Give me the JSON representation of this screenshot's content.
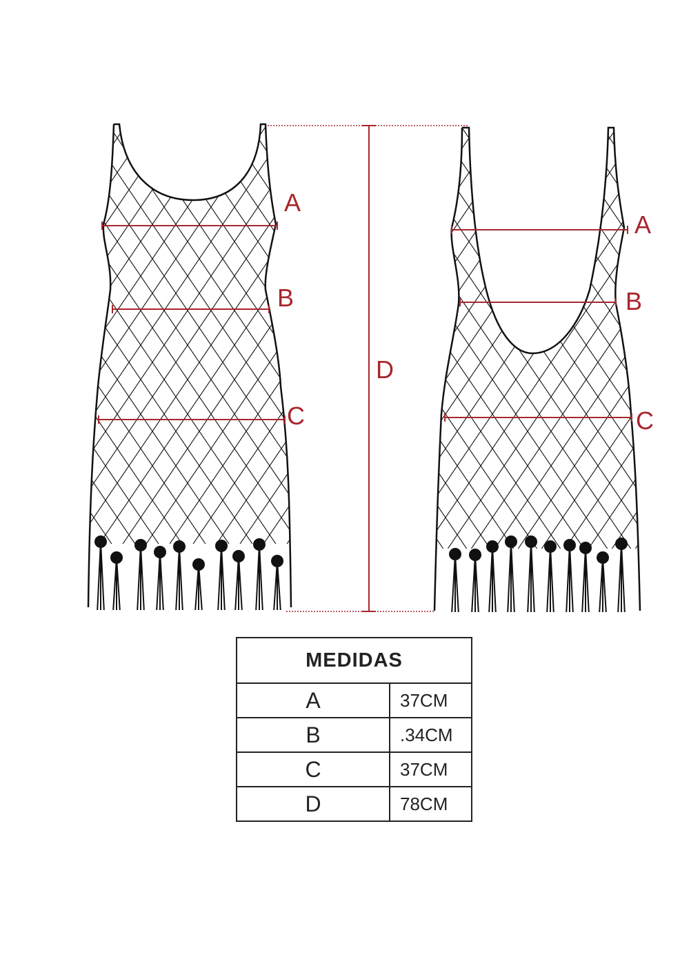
{
  "labels": {
    "A": "A",
    "B": "B",
    "C": "C",
    "D": "D"
  },
  "colors": {
    "measure": "#a8262c",
    "outline": "#111111"
  },
  "table": {
    "title": "MEDIDAS",
    "rows": [
      {
        "key": "A",
        "value": "37CM"
      },
      {
        "key": "B",
        "value": ".34CM"
      },
      {
        "key": "C",
        "value": "37CM"
      },
      {
        "key": "D",
        "value": "78CM"
      }
    ]
  }
}
